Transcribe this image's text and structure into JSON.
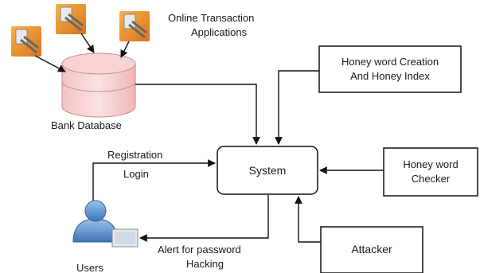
{
  "diagram": {
    "apps_label": {
      "line1": "Online Transaction",
      "line2": "Applications"
    },
    "database_label": "Bank Database",
    "system_label": "System",
    "honey_creation": {
      "line1": "Honey word Creation",
      "line2": "And Honey Index"
    },
    "honey_checker": {
      "line1": "Honey word",
      "line2": "Checker"
    },
    "attacker_label": "Attacker",
    "users_label": "Users",
    "registration_label": "Registration",
    "login_label": "Login",
    "alert_label": {
      "line1": "Alert for password",
      "line2": "Hacking"
    }
  }
}
